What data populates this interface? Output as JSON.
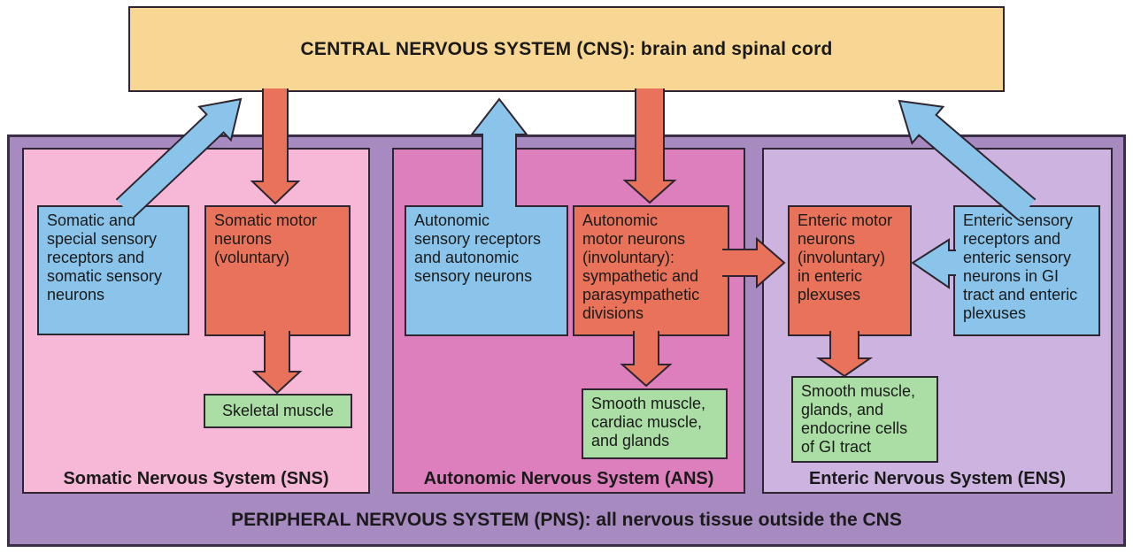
{
  "palette": {
    "cns_fill": "#F8D693",
    "pns_fill": "#A78BC0",
    "sns_fill": "#F7B8D8",
    "ans_fill": "#DC7FBC",
    "ens_fill": "#CDB4E0",
    "sensory_blue": "#8AC4EA",
    "motor_red": "#E8735A",
    "effector_green": "#AADEA4",
    "outline": "#2e2530"
  },
  "cns": {
    "title": "CENTRAL NERVOUS SYSTEM (CNS): brain and spinal cord"
  },
  "pns": {
    "title": "PERIPHERAL NERVOUS SYSTEM (PNS): all nervous tissue outside the CNS",
    "sns": {
      "caption": "Somatic Nervous System (SNS)",
      "sensory": "Somatic and\nspecial sensory\nreceptors and\nsomatic sensory\nneurons",
      "motor": "Somatic motor\nneurons\n(voluntary)",
      "effector": "Skeletal muscle"
    },
    "ans": {
      "caption": "Autonomic Nervous System (ANS)",
      "sensory": "Autonomic\nsensory receptors\nand autonomic\nsensory neurons",
      "motor": "Autonomic\nmotor neurons\n(involuntary):\nsympathetic and\nparasympathetic\ndivisions",
      "effector": "Smooth muscle,\ncardiac muscle,\nand glands"
    },
    "ens": {
      "caption": "Enteric Nervous System (ENS)",
      "motor": "Enteric motor\nneurons\n(involuntary)\nin enteric\nplexuses",
      "sensory": "Enteric sensory\nreceptors and\nenteric sensory\nneurons in GI\ntract and enteric\nplexuses",
      "effector": "Smooth muscle,\nglands, and\nendocrine cells\nof GI tract"
    }
  }
}
